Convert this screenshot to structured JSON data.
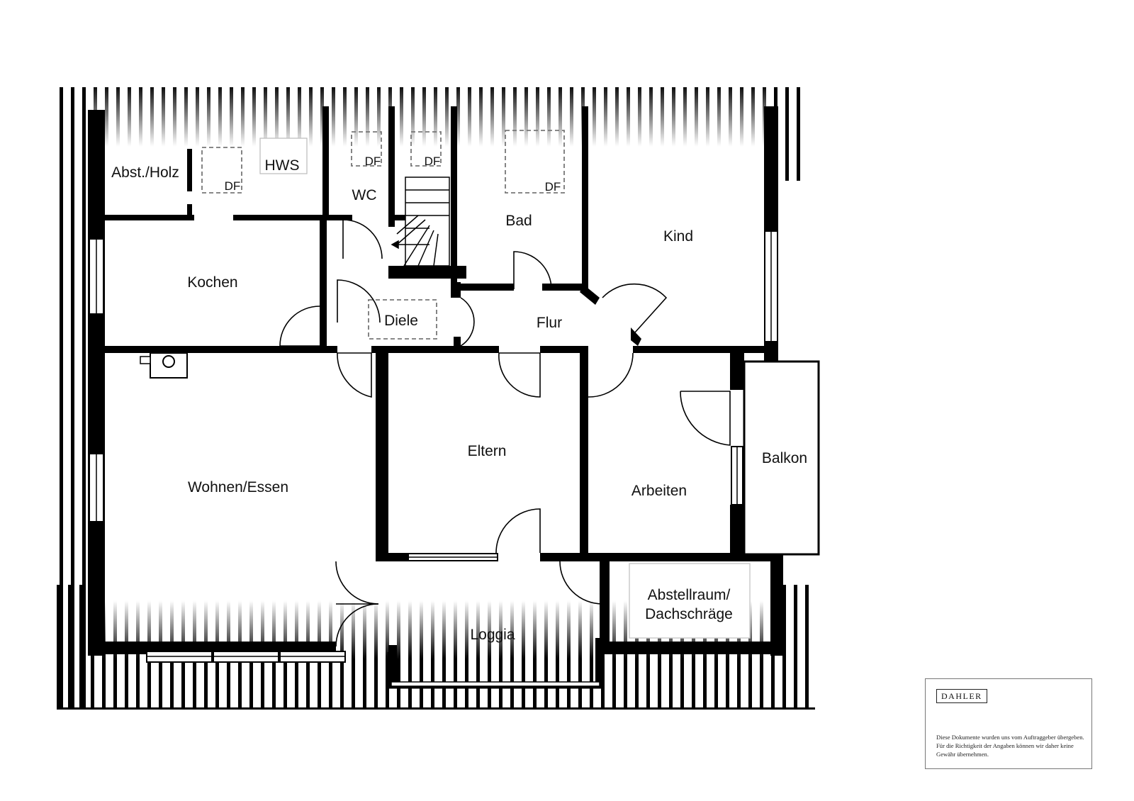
{
  "rooms": {
    "abst_holz": "Abst./Holz",
    "hws": "HWS",
    "wc": "WC",
    "bad": "Bad",
    "kind": "Kind",
    "kochen": "Kochen",
    "diele": "Diele",
    "flur": "Flur",
    "wohnen_essen": "Wohnen/Essen",
    "eltern": "Eltern",
    "arbeiten": "Arbeiten",
    "balkon": "Balkon",
    "abstellraum_line1": "Abstellraum/",
    "abstellraum_line2": "Dachschräge",
    "loggia": "Loggia"
  },
  "skylight_label": "DF",
  "brand": "DAHLER",
  "disclaimer": "Diese Dokumente wurden uns vom Auftraggeber übergeben. Für die Richtigkeit der Angaben können wir daher keine Gewähr übernehmen.",
  "colors": {
    "wall": "#000000",
    "background": "#ffffff",
    "dashed": "#777777"
  }
}
